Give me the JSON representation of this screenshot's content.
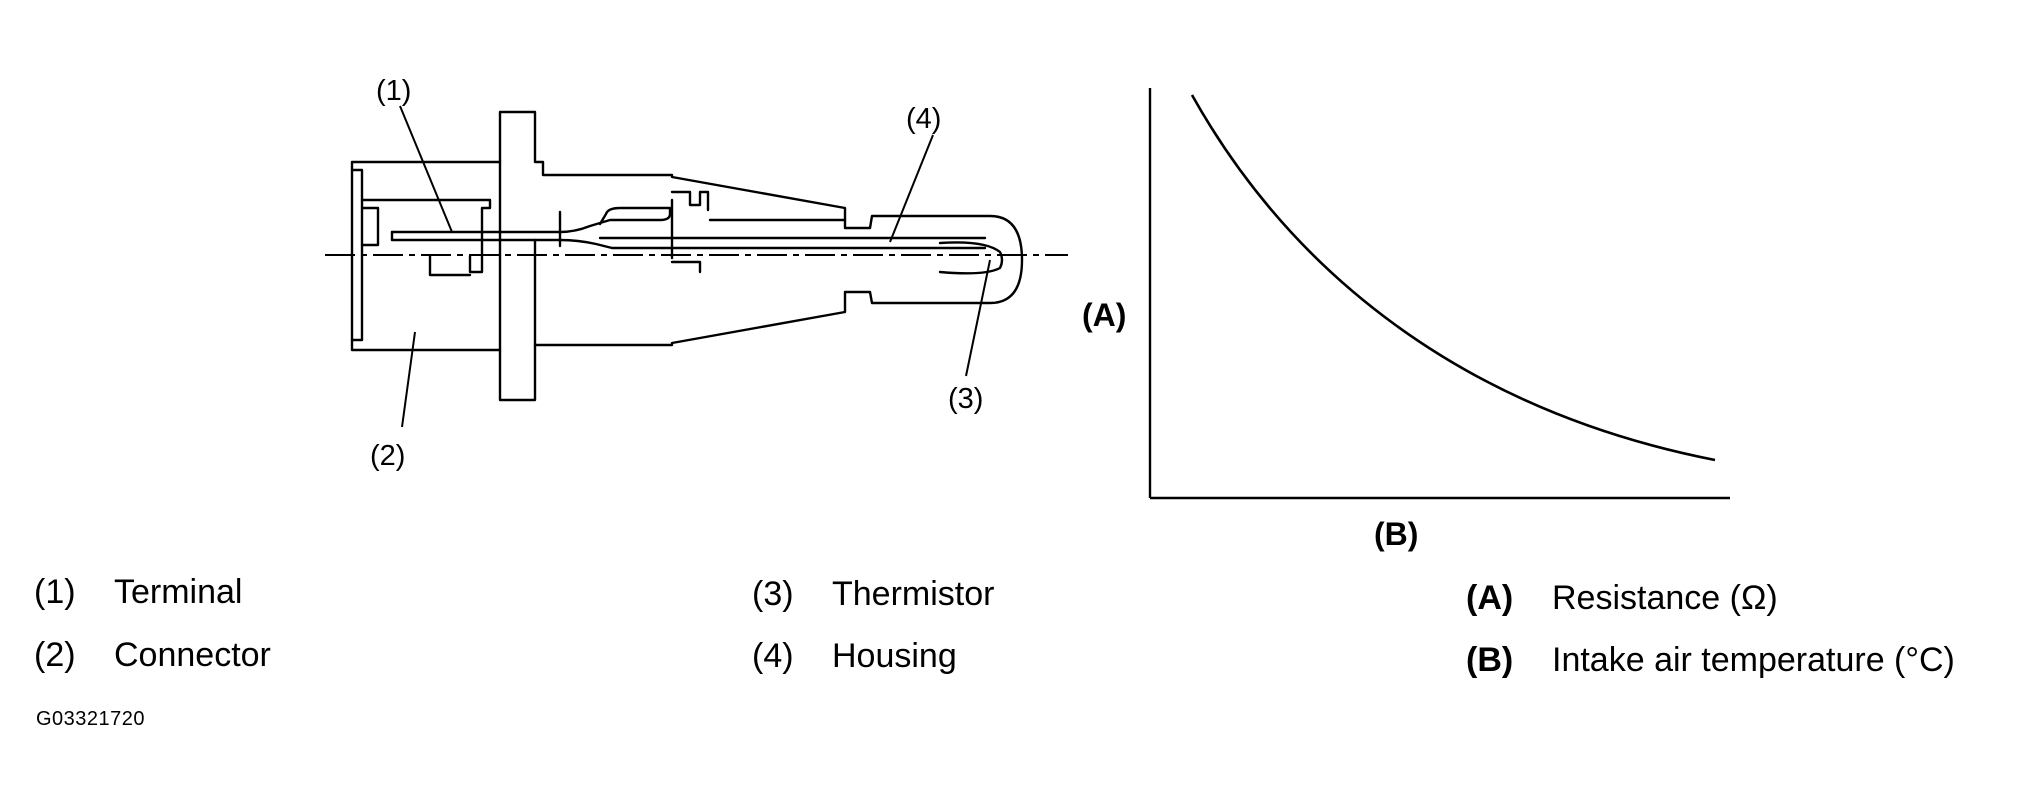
{
  "diagram": {
    "callouts": [
      "(1)",
      "(2)",
      "(3)",
      "(4)"
    ],
    "axis_y_letter": "(A)",
    "axis_x_letter": "(B)",
    "curve_trend": "decreasing"
  },
  "legend": {
    "items": [
      {
        "key": "(1)",
        "text": "Terminal"
      },
      {
        "key": "(2)",
        "text": "Connector"
      },
      {
        "key": "(3)",
        "text": "Thermistor"
      },
      {
        "key": "(4)",
        "text": "Housing"
      },
      {
        "key": "(A)",
        "text": "Resistance (Ω)"
      },
      {
        "key": "(B)",
        "text": "Intake air temperature (°C)"
      }
    ]
  },
  "figure_id": "G03321720"
}
